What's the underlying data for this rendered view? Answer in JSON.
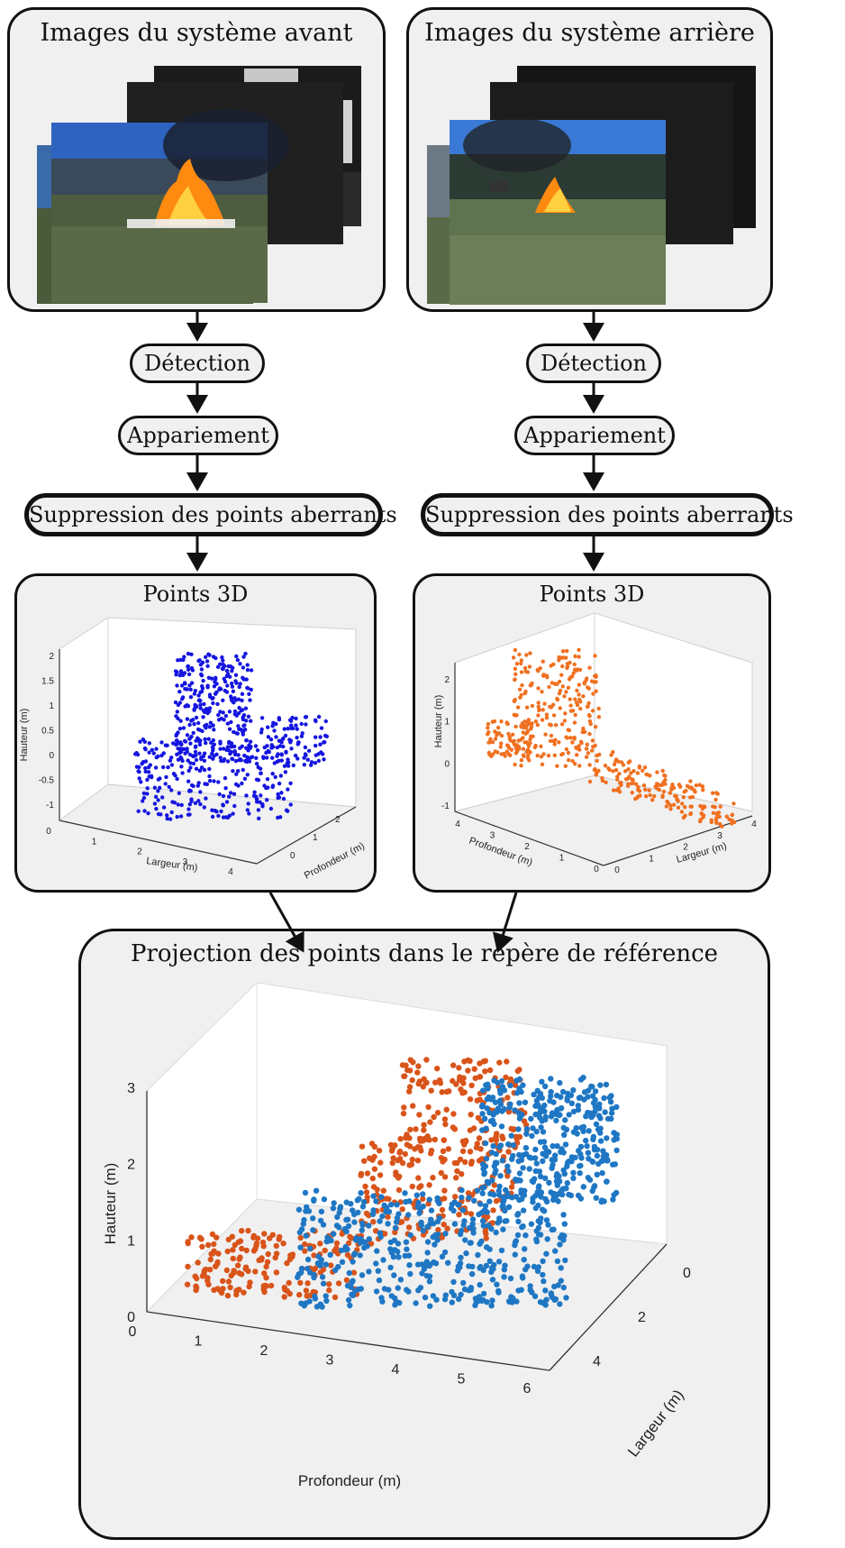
{
  "front": {
    "title": "Images du système avant",
    "detection": "Détection",
    "matching": "Appariement",
    "outliers": "Suppression des points aberrants",
    "points_title": "Points 3D",
    "plot": {
      "zlabel": "Hauteur (m)",
      "xlabel": "Largeur (m)",
      "ylabel": "Profondeur (m)",
      "zticks": [
        "2",
        "1.5",
        "1",
        "0.5",
        "0",
        "-0.5",
        "-1"
      ],
      "xticks": [
        "0",
        "1",
        "2",
        "3",
        "4"
      ],
      "yticks": [
        "0",
        "1",
        "2"
      ],
      "color": "#1515e0"
    }
  },
  "rear": {
    "title": "Images du système arrière",
    "detection": "Détection",
    "matching": "Appariement",
    "outliers": "Suppression des points aberrants",
    "points_title": "Points 3D",
    "plot": {
      "zlabel": "Hauteur (m)",
      "xlabel": "Largeur (m)",
      "ylabel": "Profondeur (m)",
      "zticks": [
        "2",
        "1",
        "0",
        "-1"
      ],
      "yticks": [
        "4",
        "3",
        "2",
        "1",
        "0"
      ],
      "xticks": [
        "0",
        "1",
        "2",
        "3",
        "4"
      ],
      "color": "#f07020"
    }
  },
  "projection": {
    "title": "Projection des points dans le repère de référence",
    "zlabel": "Hauteur (m)",
    "xlabel": "Profondeur (m)",
    "ylabel": "Largeur (m)",
    "zticks": [
      "0",
      "1",
      "2",
      "3"
    ],
    "xticks": [
      "0",
      "1",
      "2",
      "3",
      "4",
      "5",
      "6"
    ],
    "yticks": [
      "0",
      "2",
      "4"
    ],
    "colors": {
      "front": "#1f77c4",
      "rear": "#d9541a"
    }
  }
}
